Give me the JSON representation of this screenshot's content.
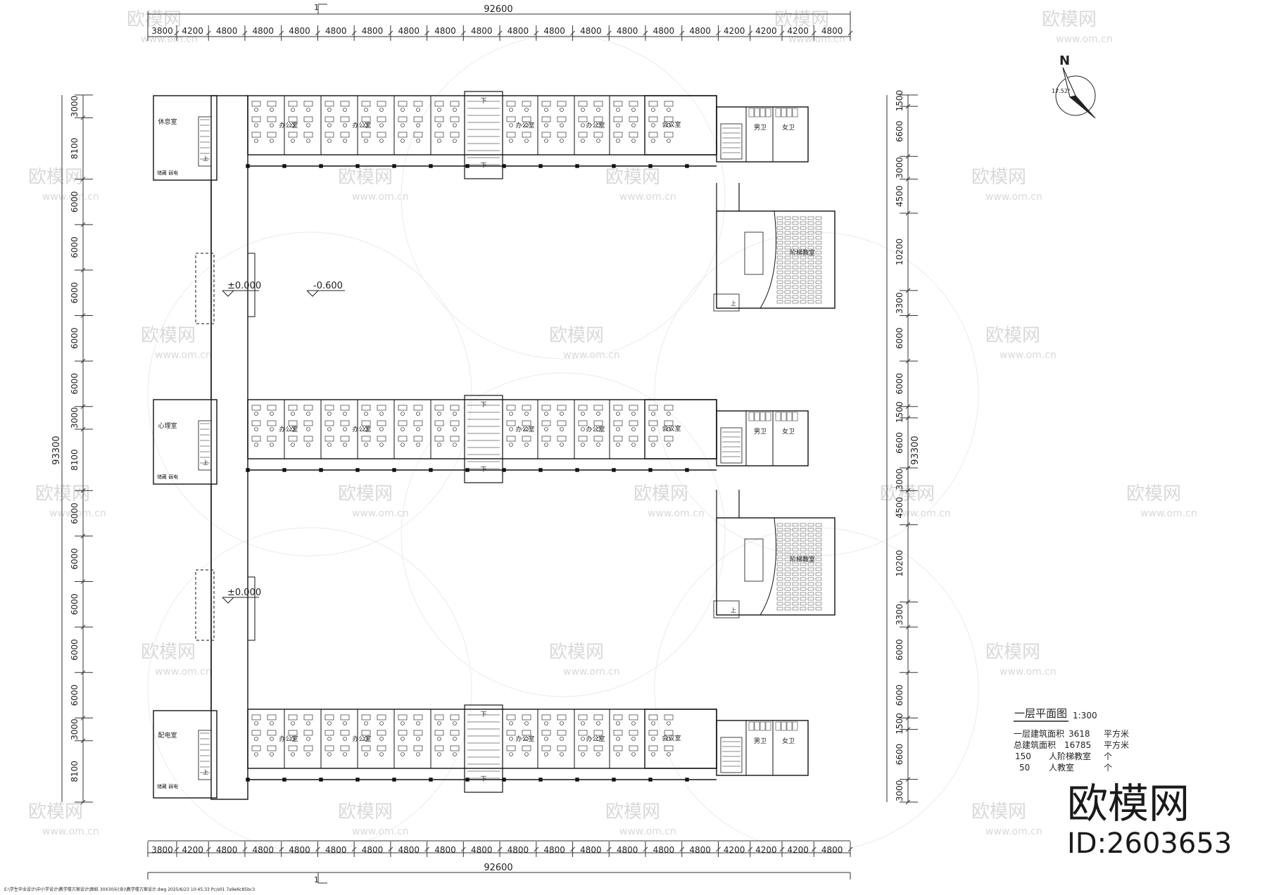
{
  "plan": {
    "total_width_label": "92600",
    "total_height_label": "93300",
    "axis_mark": "1",
    "top_dims": [
      "3800",
      "4200",
      "4800",
      "4800",
      "4800",
      "4800",
      "4800",
      "4800",
      "4800",
      "4800",
      "4800",
      "4800",
      "4800",
      "4800",
      "4800",
      "4800",
      "4200",
      "4200",
      "4200",
      "4800"
    ],
    "bottom_dims": [
      "3800",
      "4200",
      "4800",
      "4800",
      "4800",
      "4800",
      "4800",
      "4800",
      "4800",
      "4800",
      "4800",
      "4800",
      "4800",
      "4800",
      "4800",
      "4800",
      "4200",
      "4200",
      "4200",
      "4800"
    ],
    "left_dims": [
      "3000",
      "8100",
      "6000",
      "6000",
      "6000",
      "6000",
      "6000",
      "3000",
      "8100",
      "6000",
      "6000",
      "6000",
      "6000",
      "6000",
      "3000",
      "8100"
    ],
    "right_dims": [
      "1500",
      "6600",
      "3000",
      "4500",
      "10200",
      "3300",
      "6000",
      "6000",
      "1500",
      "6600",
      "3000",
      "4500",
      "10200",
      "3300",
      "6000",
      "6000",
      "1500",
      "6600",
      "3000"
    ],
    "rooms": {
      "office": "办公室",
      "meeting": "会议室",
      "men_wc": "男卫",
      "women_wc": "女卫",
      "lecture": "阶梯教室",
      "rest": "休息室",
      "psych": "心理室",
      "power": "配电室",
      "small_rooms": "储藏 弱电",
      "down": "下",
      "up": "上"
    },
    "levels": [
      "±0.000",
      "-0.600",
      "±0.000"
    ],
    "north_label": "N",
    "north_angle": "17.52°"
  },
  "title_block": {
    "title": "一层平面图",
    "scale": "1:300",
    "line1_label": "一层建筑面积",
    "line1_value": "3618",
    "line1_unit": "平方米",
    "line2_label": "总建筑面积",
    "line2_value": "16785",
    "line2_unit": "平方米",
    "line3_value": "150",
    "line3_label": "人阶梯教室",
    "line3_unit": "个",
    "line4_value": "50",
    "line4_label": "人教室",
    "line4_unit": "个"
  },
  "watermark": {
    "brand": "欧模网",
    "url": "www.om.cn",
    "id_label": "ID:2603653"
  },
  "footer_path": "E:\\学生毕业设计\\中小学设计\\教学楼方案设计\\图纸 30X30元(含)\\教学楼方案设计.dwg  2025/6/23 10:45:33  Pc/s01 7a9e6c85bc3"
}
